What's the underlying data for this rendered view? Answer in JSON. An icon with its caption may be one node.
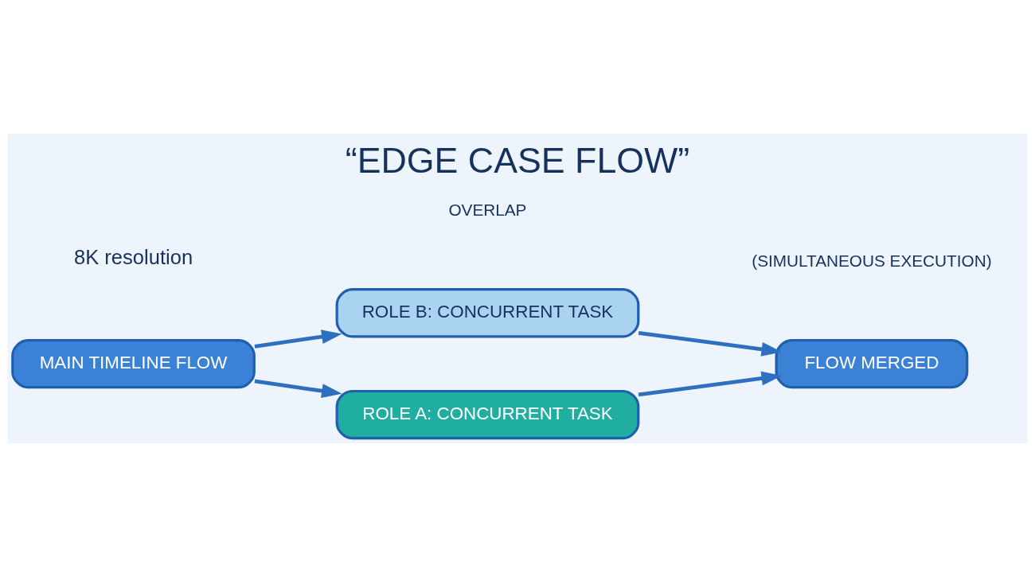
{
  "diagram": {
    "title": "“EDGE CASE FLOW”",
    "nodes": [
      {
        "text": [
          "MAIN TIMELINE FLOW"
        ]
      },
      {
        "text": [
          "ROLE A: CONCURRENT TASK"
        ]
      },
      {
        "text": [
          "ROLE B: CONCURRENT TASK"
        ]
      },
      {
        "text": [
          "FLOW MERGED"
        ]
      }
    ],
    "edges": [
      {
        "from": 0,
        "to": 1,
        "arrow": "to"
      },
      {
        "from": 0,
        "to": 2,
        "arrow": "to"
      },
      {
        "from": 1,
        "to": 3,
        "arrow": "to"
      },
      {
        "from": 2,
        "to": 3,
        "arrow": "to"
      }
    ],
    "labels": [
      "8K resolution",
      "OVERLAP",
      "(SIMULTANEOUS EXECUTION)"
    ]
  }
}
